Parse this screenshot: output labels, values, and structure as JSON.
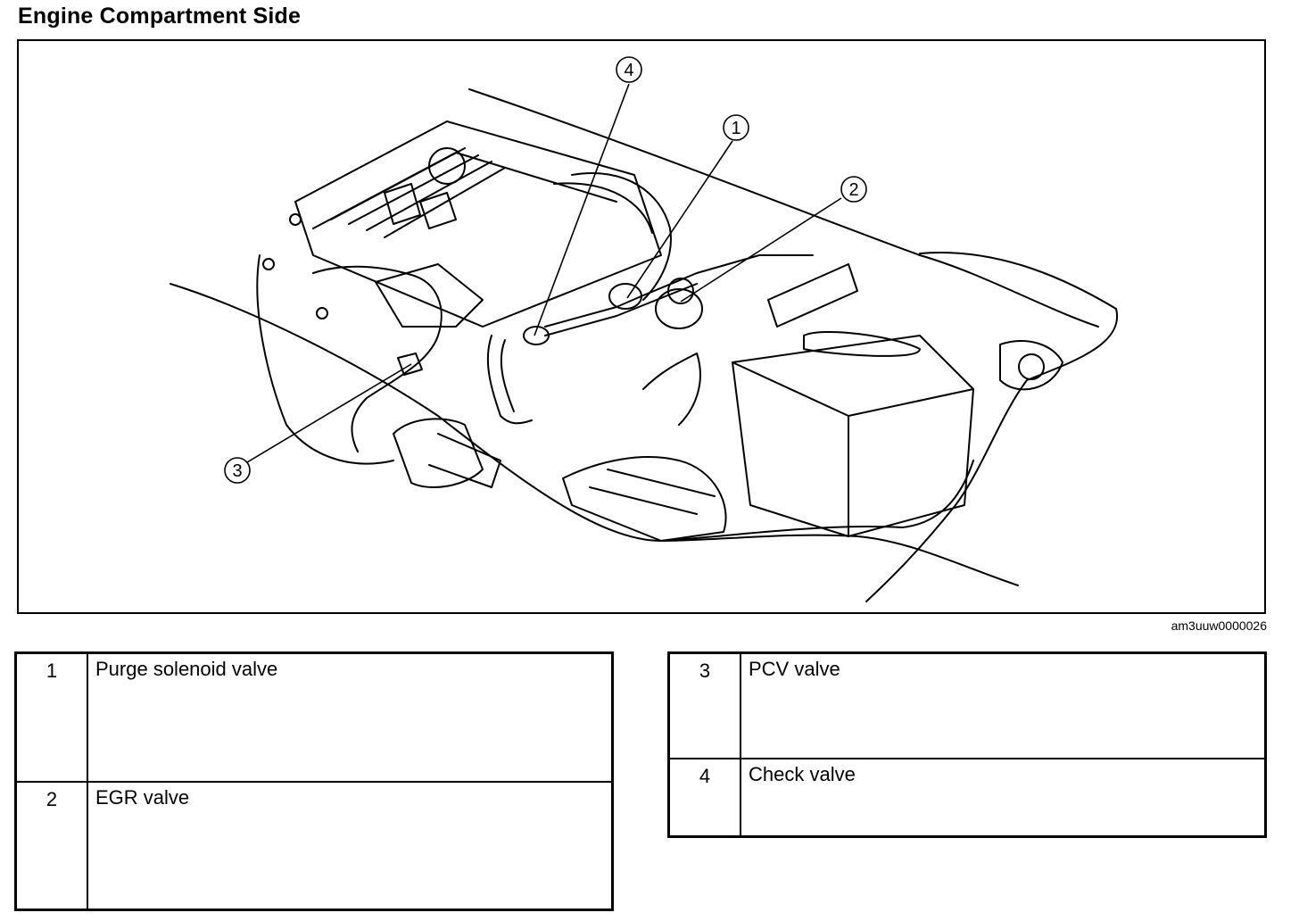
{
  "page": {
    "title": "Engine Compartment Side",
    "figure_id": "am3uuw0000026"
  },
  "callouts": [
    {
      "number": "1"
    },
    {
      "number": "2"
    },
    {
      "number": "3"
    },
    {
      "number": "4"
    }
  ],
  "legend": {
    "left": [
      {
        "number": "1",
        "label": "Purge solenoid valve"
      },
      {
        "number": "2",
        "label": "EGR valve"
      }
    ],
    "right": [
      {
        "number": "3",
        "label": "PCV valve"
      },
      {
        "number": "4",
        "label": "Check valve"
      }
    ]
  }
}
